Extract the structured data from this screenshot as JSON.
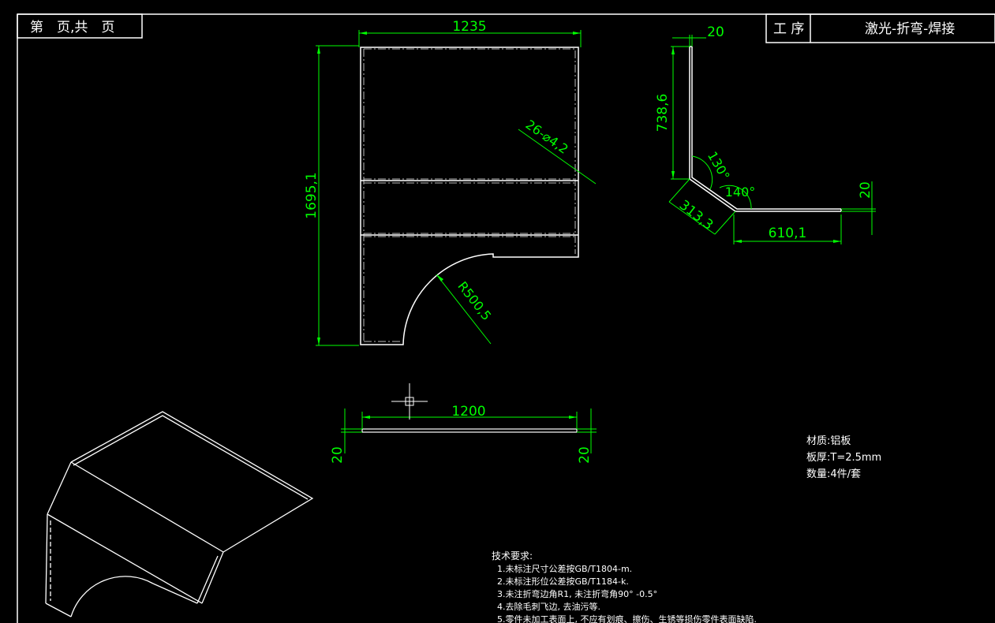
{
  "title_block": {
    "page_label": "第　页,共　页",
    "process_label": "工 序",
    "process_value": "激光-折弯-焊接"
  },
  "dimensions": {
    "top_width": "1235",
    "height": "1695,1",
    "holes": "26-⌀4,2",
    "radius": "R500,5",
    "bottom_width": "1200",
    "bottom_left_flange": "20",
    "bottom_right_flange": "20",
    "profile_top_flange": "20",
    "profile_vertical": "738,6",
    "profile_angle_1": "130°",
    "profile_angle_2": "140°",
    "profile_slant": "313,3",
    "profile_horizontal": "610,1",
    "profile_right_flange": "20"
  },
  "material": {
    "material_line": "材质:铝板",
    "thickness_line": "板厚:T=2.5mm",
    "quantity_line": "数量:4件/套"
  },
  "tech_requirements": {
    "title": "技术要求:",
    "items": [
      "1.未标注尺寸公差按GB/T1804-m.",
      "2.未标注形位公差按GB/T1184-k.",
      "3.未注折弯边角R1, 未注折弯角90° -0.5°",
      "4.去除毛刺飞边, 去油污等.",
      "5.零件未加工表面上, 不应有划痕、擦伤、生锈等损伤零件表面缺陷."
    ]
  }
}
